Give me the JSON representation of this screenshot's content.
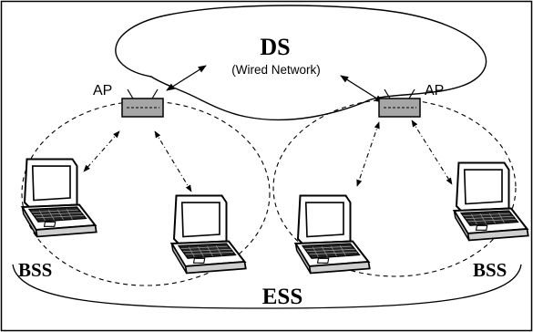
{
  "ds": {
    "label": "DS",
    "sublabel": "(Wired Network)"
  },
  "access_points": [
    {
      "label": "AP"
    },
    {
      "label": "AP"
    }
  ],
  "bss": [
    {
      "label": "BSS"
    },
    {
      "label": "BSS"
    }
  ],
  "ess": {
    "label": "ESS"
  },
  "icons": {
    "laptop": "laptop-icon",
    "access_point": "access-point-icon"
  }
}
